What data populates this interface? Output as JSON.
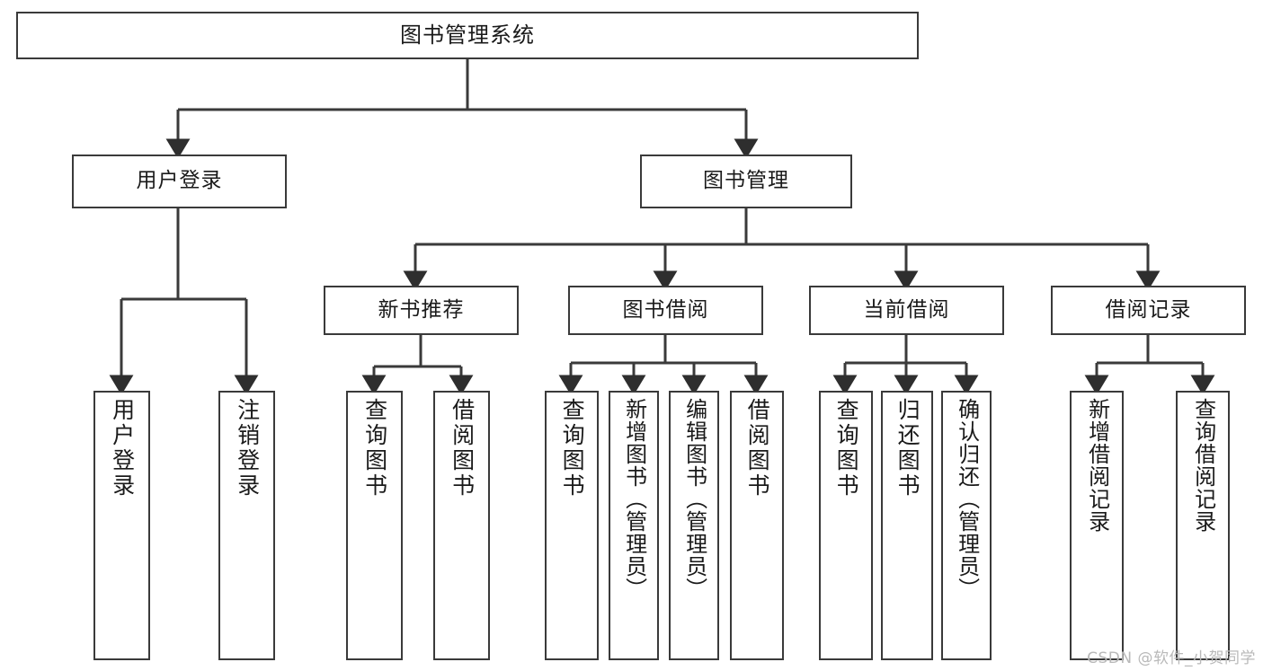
{
  "diagram": {
    "title": "图书管理系统",
    "type": "tree-hierarchy",
    "orientation": "top-down",
    "line_color": "#3a3a3a",
    "box_fill": "#ffffff",
    "text_color": "#1a1a1a"
  },
  "nodes": {
    "root": {
      "label": "图书管理系统",
      "level": 1
    },
    "l2": [
      {
        "id": "user-login",
        "label": "用户登录",
        "level": 2
      },
      {
        "id": "book-manage",
        "label": "图书管理",
        "level": 2
      }
    ],
    "l3": [
      {
        "id": "new-book-rec",
        "label": "新书推荐",
        "level": 3
      },
      {
        "id": "book-borrow",
        "label": "图书借阅",
        "level": 3
      },
      {
        "id": "current-borrow",
        "label": "当前借阅",
        "level": 3
      },
      {
        "id": "borrow-record",
        "label": "借阅记录",
        "level": 3
      }
    ],
    "l4": [
      {
        "id": "leaf-user-login",
        "label": "用户登录",
        "parent": "user-login"
      },
      {
        "id": "leaf-logout",
        "label": "注销登录",
        "parent": "user-login"
      },
      {
        "id": "leaf-query-book-1",
        "label": "查询图书",
        "parent": "new-book-rec"
      },
      {
        "id": "leaf-borrow-book-1",
        "label": "借阅图书",
        "parent": "new-book-rec"
      },
      {
        "id": "leaf-query-book-2",
        "label": "查询图书",
        "parent": "book-borrow"
      },
      {
        "id": "leaf-add-book",
        "label": "新增图书（管理员）",
        "parent": "book-borrow"
      },
      {
        "id": "leaf-edit-book",
        "label": "编辑图书（管理员）",
        "parent": "book-borrow"
      },
      {
        "id": "leaf-borrow-book-2",
        "label": "借阅图书",
        "parent": "book-borrow"
      },
      {
        "id": "leaf-query-book-3",
        "label": "查询图书",
        "parent": "current-borrow"
      },
      {
        "id": "leaf-return-book",
        "label": "归还图书",
        "parent": "current-borrow"
      },
      {
        "id": "leaf-confirm-return",
        "label": "确认归还（管理员）",
        "parent": "current-borrow"
      },
      {
        "id": "leaf-add-record",
        "label": "新增借阅记录",
        "parent": "borrow-record"
      },
      {
        "id": "leaf-query-record",
        "label": "查询借阅记录",
        "parent": "borrow-record"
      }
    ]
  },
  "watermark": {
    "text": "CSDN @软件_小贺同学"
  }
}
